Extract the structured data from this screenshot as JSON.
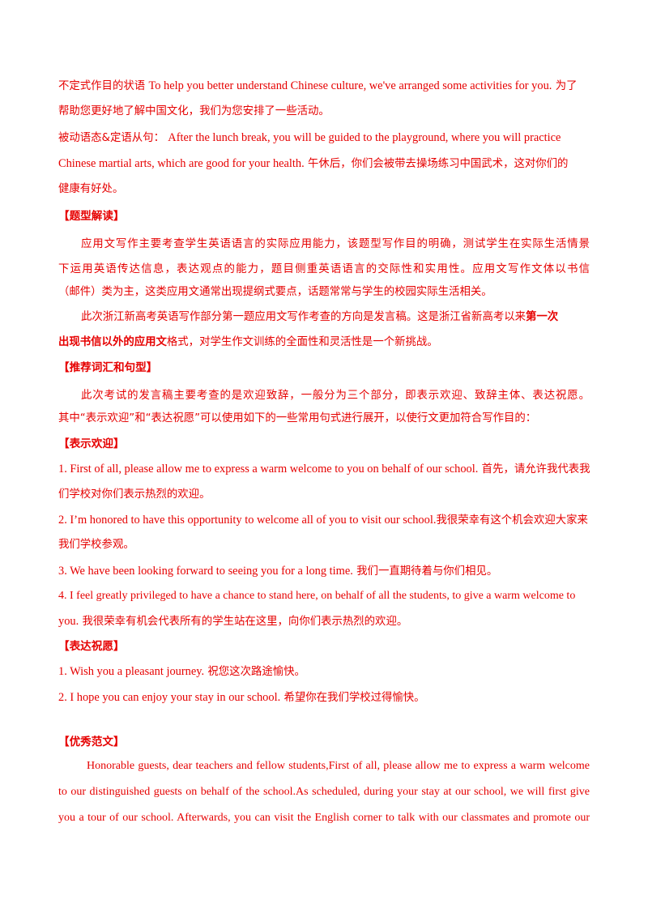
{
  "doc": {
    "l01a": "不定式作目的状语",
    "l01b": "To help you better understand Chinese culture, we've arranged some activities for you.",
    "l01c": "为了",
    "l02": "帮助您更好地了解中国文化，我们为您安排了一些活动。",
    "l03a": "被动语态&定语从句：",
    "l03b": "After the lunch break, you will be guided to the playground, where you will practice",
    "l04a": "Chinese martial arts, which are good for your health.",
    "l04b": "午休后，你们会被带去操场练习中国武术，这对你们的",
    "l05": "健康有好处。",
    "h1": "【题型解读】",
    "p1l1": "应用文写作主要考查学生英语语言的实际应用能力，该题型写作目的明确，测试学生在实际生活情景",
    "p1l2": "下运用英语传达信息，表达观点的能力，题目侧重英语语言的交际性和实用性。应用文写作文体以书信",
    "p1l3": "（邮件）类为主，这类应用文通常出现提纲式要点，话题常常与学生的校园实际生活相关。",
    "p2l1a": "此次浙江新高考英语写作部分第一题应用文写作考查的方向是发言稿。这是浙江省新高考以来",
    "p2l1b": "第一次",
    "p2l2a": "出现书信以外的应用文",
    "p2l2b": "格式，对学生作文训练的全面性和灵活性是一个新挑战。",
    "h2": "【推荐词汇和句型】",
    "p3l1": "此次考试的发言稿主要考查的是欢迎致辞，一般分为三个部分，即表示欢迎、致辞主体、表达祝愿。",
    "p3l2": "其中“表示欢迎”和“表达祝愿”可以使用如下的一些常用句式进行展开，以使行文更加符合写作目的：",
    "h3": "【表示欢迎】",
    "w1a": "1. First of all, please allow me to express a warm welcome to you on behalf of our school.",
    "w1b": "首先，请允许我代表我",
    "w1c": "们学校对你们表示热烈的欢迎。",
    "w2a": "2. I’m honored to have this opportunity to welcome all of you to visit our school.",
    "w2b": "我很荣幸有这个机会欢迎大家来",
    "w2c": "我们学校参观。",
    "w3a": "3. We have been looking forward to seeing you for a long time.",
    "w3b": "我们一直期待着与你们相见。",
    "w4a": "4. I feel greatly privileged to have a chance to stand here, on behalf of all the students, to give a warm welcome to",
    "w4b": "you.",
    "w4c": "我很荣幸有机会代表所有的学生站在这里，向你们表示热烈的欢迎。",
    "h4": "【表达祝愿】",
    "b1a": "1. Wish you a pleasant journey.",
    "b1b": "祝您这次路途愉快。",
    "b2a": "2. I hope you can enjoy your stay in our school.",
    "b2b": "希望你在我们学校过得愉快。",
    "h5": "【优秀范文】",
    "e1": "Honorable guests, dear teachers and fellow students,First of all, please allow me to express a warm welcome",
    "e2": "to our distinguished guests on behalf of the school.As scheduled, during your stay at our school, we will first give",
    "e3": "you a tour of our school. Afterwards, you can visit the English corner to talk with our classmates and promote our"
  },
  "colors": {
    "text": "#e60000"
  }
}
